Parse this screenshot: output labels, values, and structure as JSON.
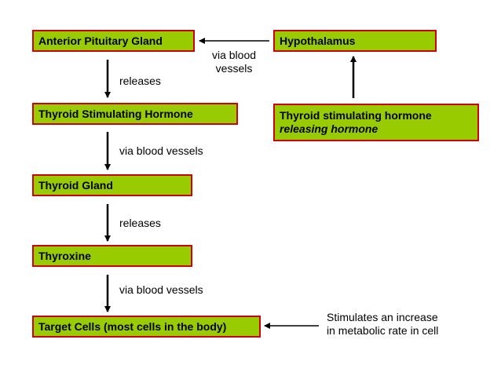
{
  "boxes": {
    "anterior_pituitary": "Anterior Pituitary Gland",
    "hypothalamus": "Hypothalamus",
    "tsh": "Thyroid Stimulating Hormone",
    "trh_line1": "Thyroid stimulating hormone",
    "trh_line2": "releasing hormone",
    "thyroid_gland": "Thyroid Gland",
    "thyroxine": "Thyroxine",
    "target_cells": "Target Cells (most cells in the body)"
  },
  "labels": {
    "via_blood_line1": "via blood",
    "via_blood_line2": "vessels",
    "releases_1": "releases",
    "via_blood_vessels_1": "via blood vessels",
    "releases_2": "releases",
    "via_blood_vessels_2": "via blood vessels",
    "stimulates_line1": "Stimulates an increase",
    "stimulates_line2": "in metabolic rate in cell"
  },
  "colors": {
    "box_fill": "#99cc00",
    "box_border": "#cc0000",
    "arrow": "#000000"
  }
}
